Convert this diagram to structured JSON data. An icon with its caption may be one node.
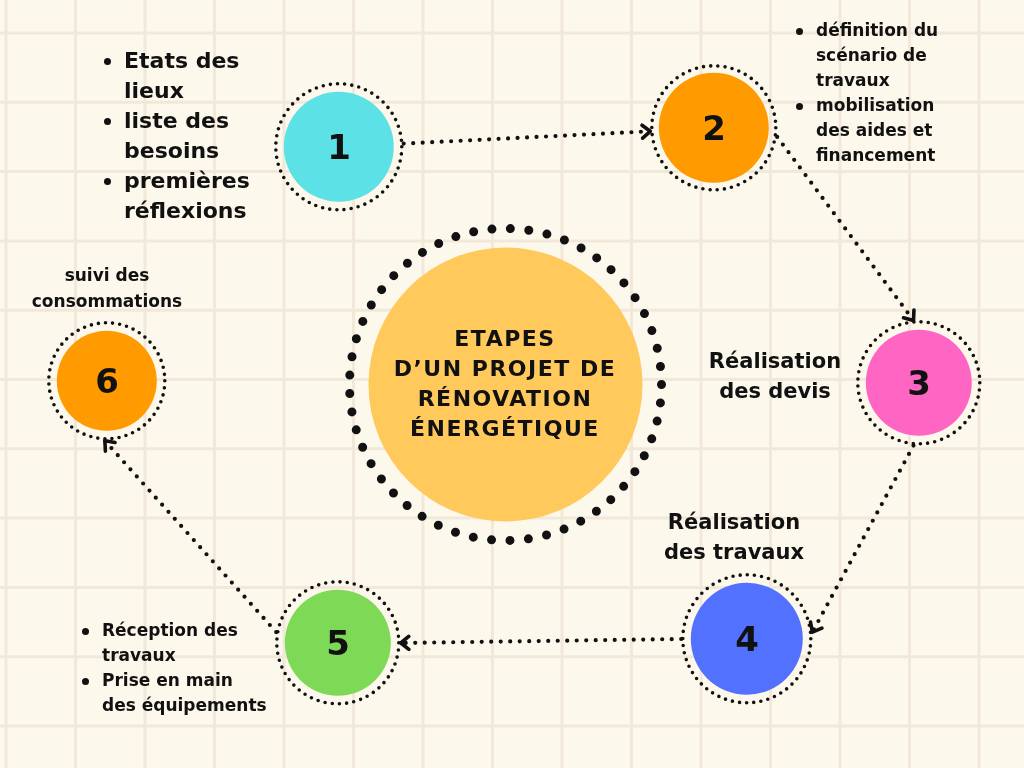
{
  "diagram": {
    "nodes": [
      {
        "text": [
          "1"
        ],
        "beside": [
          "Etats des lieux",
          "liste des besoins",
          "premières réflexions"
        ]
      },
      {
        "text": [
          "2"
        ],
        "beside": [
          "définition du scénario de travaux",
          "mobilisation des aides et financement"
        ]
      },
      {
        "text": [
          "3"
        ],
        "beside": [
          "Réalisation des devis"
        ]
      },
      {
        "text": [
          "4"
        ],
        "beside": [
          "Réalisation des travaux"
        ]
      },
      {
        "text": [
          "5"
        ],
        "beside": [
          "Réception des travaux",
          "Prise en main des équipements"
        ]
      },
      {
        "text": [
          "6"
        ],
        "beside": [
          "suivi des consommations"
        ]
      },
      {
        "text": [
          "ETAPES",
          "D’UN PROJET DE RÉNOVATION ÉNERGÉTIQUE"
        ]
      }
    ],
    "edges": [
      {
        "from": 0,
        "to": 1,
        "arrow": "to"
      },
      {
        "from": 1,
        "to": 2,
        "arrow": "to"
      },
      {
        "from": 2,
        "to": 3,
        "arrow": "to"
      },
      {
        "from": 3,
        "to": 4,
        "arrow": "to"
      },
      {
        "from": 4,
        "to": 5,
        "arrow": "to"
      }
    ]
  }
}
